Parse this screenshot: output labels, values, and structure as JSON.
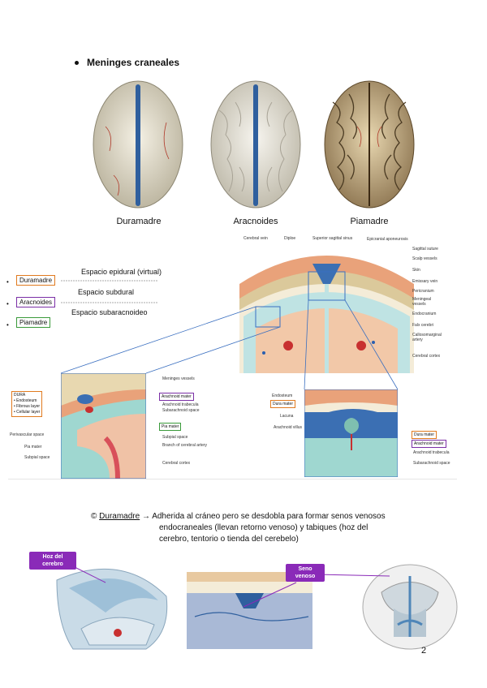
{
  "section": {
    "title": "Meninges craneales"
  },
  "brains": [
    {
      "label": "Duramadre"
    },
    {
      "label": "Aracnoides"
    },
    {
      "label": "Piamadre"
    }
  ],
  "layers_legend": {
    "items": [
      "Duramadre",
      "Aracnoides",
      "Piamadre"
    ],
    "spaces": [
      "Espacio epidural  (virtual)",
      "Espacio subdural",
      "Espacio subaracnoideo"
    ],
    "colors": {
      "dura": "#e07a1f",
      "arachnoid": "#7b2fa6",
      "pia": "#3a9a3a"
    }
  },
  "top_figure_labels": {
    "top": [
      "Cerebral vein",
      "Diploe",
      "Superior sagittal sinus",
      "Epicranial aponeurosis"
    ],
    "right": [
      "Sagittal suture",
      "Scalp vessels",
      "Skin",
      "Emissary vein",
      "Pericranium",
      "Meningeal vessels",
      "Endocranium",
      "Falx cerebri",
      "Callosomarginal artery",
      "Cerebral cortex"
    ]
  },
  "left_inset": {
    "dura_box": [
      "DURA",
      "• Endosteum",
      "• Fibrous layer",
      "• Cellular layer"
    ],
    "right_labels": [
      "Meninges vessels",
      "Arachnoid mater",
      "Arachnoid trabecula",
      "Subarachnoid space",
      "Pia mater",
      "Subpial space",
      "Branch of cerebral artery",
      "Cerebral cortex"
    ],
    "left_labels": [
      "Perivascular space",
      "Pia mater",
      "Subpial space"
    ]
  },
  "right_inset": {
    "left_labels": [
      "Endosteum",
      "Dura mater",
      "Lacuna",
      "Arachnoid villus"
    ],
    "right_labels": [
      "Dura mater",
      "Arachnoid mater",
      "Arachnoid trabecula",
      "Subarachnoid space"
    ]
  },
  "description": {
    "symbol": "©",
    "term": "Duramadre",
    "arrow": "→",
    "line1": " Adherida al cráneo pero se desdobla para formar senos venosos",
    "line2": "endocraneales (llevan retorno venoso) y tabiques (hoz del",
    "line3": "cerebro, tentorio o tienda del cerebelo)"
  },
  "callouts": {
    "hoz": "Hoz del cerebro",
    "seno": "Seno venoso"
  },
  "page_number": "2"
}
